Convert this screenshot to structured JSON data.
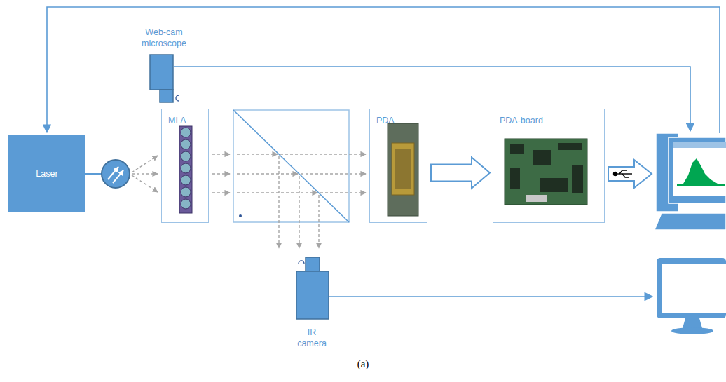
{
  "diagram": {
    "caption": "(a)",
    "nodes": [
      {
        "text": [
          "Laser"
        ]
      },
      {
        "text": [
          "Web-cam microscope"
        ]
      },
      {
        "text": [
          "MLA"
        ]
      },
      {
        "text": [
          "PDA"
        ]
      },
      {
        "text": [
          "PDA-board"
        ]
      },
      {
        "text": [
          "IR camera"
        ]
      }
    ],
    "edges": [
      {
        "from": 3,
        "to": 4,
        "arrow": "to"
      }
    ]
  }
}
